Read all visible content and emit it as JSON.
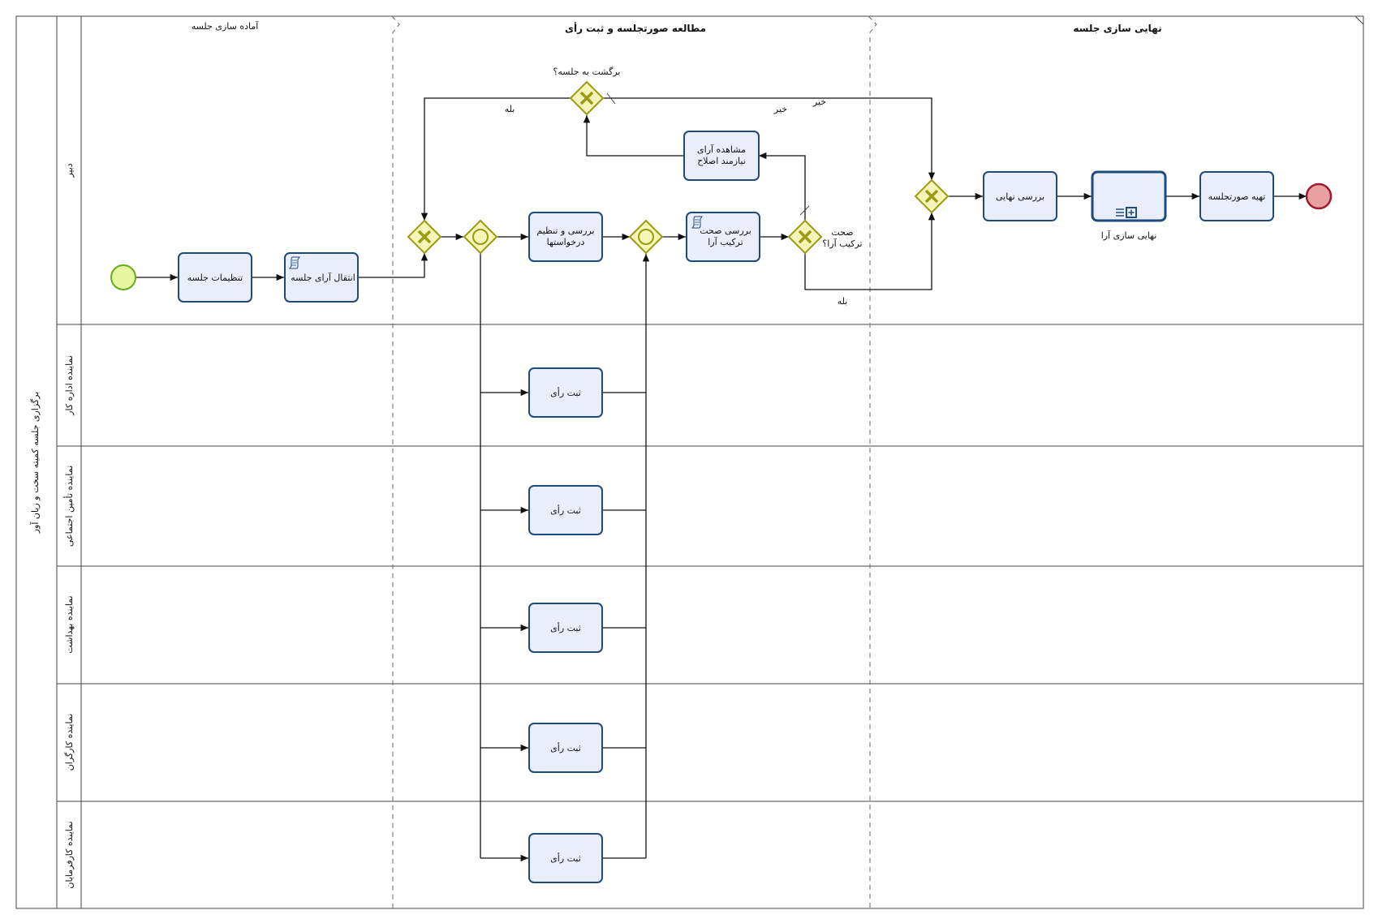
{
  "pool": {
    "title": "برگزاری جلسه کمیته سخت و زیان آور"
  },
  "lanes": [
    "دبیر",
    "نماینده اداره کار",
    "نماینده تأمین اجتماعی",
    "نماینده بهداشت",
    "نماینده کارگران",
    "نماینده کارفرمایان"
  ],
  "phases": [
    "آماده سازی جلسه",
    "مطالعه صورتجلسه و ثبت رأی",
    "نهایی سازی جلسه"
  ],
  "tasks": {
    "settings": "تنظیمات جلسه",
    "transfer": "انتقال آرای جلسه",
    "review_requests": [
      "بررسی و تنظیم",
      "درخواستها"
    ],
    "check_votes": [
      "بررسی صحت",
      "ترکیب آرا"
    ],
    "view_votes": [
      "مشاهده آرای",
      "نیازمند اصلاح"
    ],
    "final_review": "بررسی نهایی",
    "finalize_votes": "نهایی سازی آرا",
    "prepare_minutes": "تهیه صورتجلسه",
    "register_vote": "ثبت رأی"
  },
  "gateways": {
    "return_question": "برگشت به جلسه؟",
    "check_question": [
      "صحت",
      "ترکیب آرا؟"
    ]
  },
  "flow_labels": {
    "yes": "بله",
    "no": "خیر"
  },
  "colors": {
    "task_fill": "#eaeefb",
    "task_stroke": "#1e4b7c",
    "gateway_fill": "#f5f5b8",
    "gateway_stroke": "#9a9a14",
    "start_fill": "#e5f7a0",
    "end_fill": "#e8a0a0"
  }
}
